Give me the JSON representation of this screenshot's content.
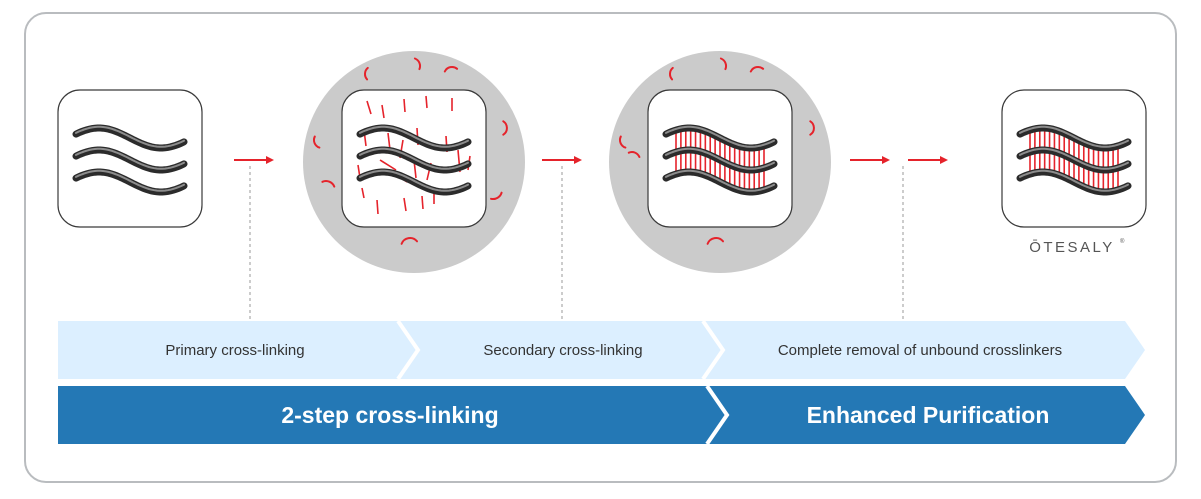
{
  "diagram": {
    "brand_logo": "ŌTESALY",
    "registered_mark": "®",
    "phase_labels": [
      "2-step cross-linking",
      "Enhanced Purification"
    ],
    "step_labels": [
      "Primary cross-linking",
      "Secondary cross-linking",
      "Complete removal of unbound crosslinkers"
    ],
    "colors": {
      "step_band": "#dcefff",
      "phase_band": "#2478b5",
      "crosslinker": "#e5232b",
      "fiber": "#3c3c3c",
      "bath": "#cbcbcb",
      "frame": "#b9bcbf"
    },
    "icons": [
      "fiber-strands-icon",
      "crosslinker-icon",
      "arrow-right-icon"
    ]
  }
}
